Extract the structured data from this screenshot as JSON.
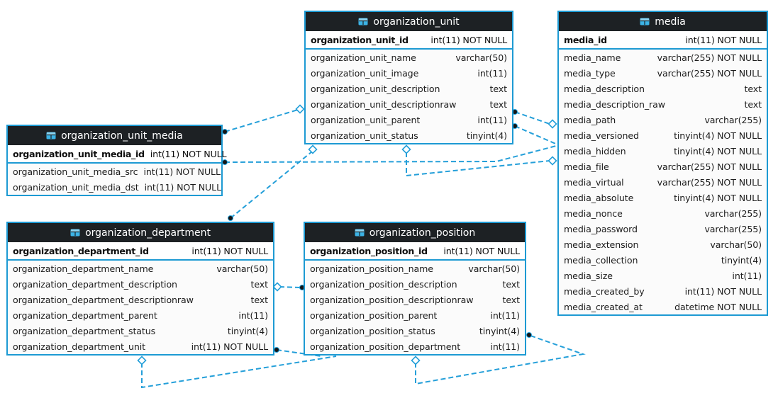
{
  "colors": {
    "accent_blue": "#1d9ad3",
    "header_background": "#1d2124",
    "header_text": "#ffffff",
    "table_body_background": "#fbfbfb",
    "row_text": "#1c1c1c"
  },
  "diagram": {
    "tables": [
      {
        "title": "organization_unit",
        "pk": {
          "name": "organization_unit_id",
          "type": "int(11) NOT NULL"
        },
        "columns": [
          {
            "name": "organization_unit_name",
            "type": "varchar(50)"
          },
          {
            "name": "organization_unit_image",
            "type": "int(11)"
          },
          {
            "name": "organization_unit_description",
            "type": "text"
          },
          {
            "name": "organization_unit_descriptionraw",
            "type": "text"
          },
          {
            "name": "organization_unit_parent",
            "type": "int(11)"
          },
          {
            "name": "organization_unit_status",
            "type": "tinyint(4)"
          }
        ]
      },
      {
        "title": "media",
        "pk": {
          "name": "media_id",
          "type": "int(11) NOT NULL"
        },
        "columns": [
          {
            "name": "media_name",
            "type": "varchar(255) NOT NULL"
          },
          {
            "name": "media_type",
            "type": "varchar(255) NOT NULL"
          },
          {
            "name": "media_description",
            "type": "text"
          },
          {
            "name": "media_description_raw",
            "type": "text"
          },
          {
            "name": "media_path",
            "type": "varchar(255)"
          },
          {
            "name": "media_versioned",
            "type": "tinyint(4) NOT NULL"
          },
          {
            "name": "media_hidden",
            "type": "tinyint(4) NOT NULL"
          },
          {
            "name": "media_file",
            "type": "varchar(255) NOT NULL"
          },
          {
            "name": "media_virtual",
            "type": "varchar(255) NOT NULL"
          },
          {
            "name": "media_absolute",
            "type": "tinyint(4) NOT NULL"
          },
          {
            "name": "media_nonce",
            "type": "varchar(255)"
          },
          {
            "name": "media_password",
            "type": "varchar(255)"
          },
          {
            "name": "media_extension",
            "type": "varchar(50)"
          },
          {
            "name": "media_collection",
            "type": "tinyint(4)"
          },
          {
            "name": "media_size",
            "type": "int(11)"
          },
          {
            "name": "media_created_by",
            "type": "int(11) NOT NULL"
          },
          {
            "name": "media_created_at",
            "type": "datetime NOT NULL"
          }
        ]
      },
      {
        "title": "organization_unit_media",
        "pk": {
          "name": "organization_unit_media_id",
          "type": "int(11) NOT NULL"
        },
        "columns": [
          {
            "name": "organization_unit_media_src",
            "type": "int(11) NOT NULL"
          },
          {
            "name": "organization_unit_media_dst",
            "type": "int(11) NOT NULL"
          }
        ]
      },
      {
        "title": "organization_department",
        "pk": {
          "name": "organization_department_id",
          "type": "int(11) NOT NULL"
        },
        "columns": [
          {
            "name": "organization_department_name",
            "type": "varchar(50)"
          },
          {
            "name": "organization_department_description",
            "type": "text"
          },
          {
            "name": "organization_department_descriptionraw",
            "type": "text"
          },
          {
            "name": "organization_department_parent",
            "type": "int(11)"
          },
          {
            "name": "organization_department_status",
            "type": "tinyint(4)"
          },
          {
            "name": "organization_department_unit",
            "type": "int(11) NOT NULL"
          }
        ]
      },
      {
        "title": "organization_position",
        "pk": {
          "name": "organization_position_id",
          "type": "int(11) NOT NULL"
        },
        "columns": [
          {
            "name": "organization_position_name",
            "type": "varchar(50)"
          },
          {
            "name": "organization_position_description",
            "type": "text"
          },
          {
            "name": "organization_position_descriptionraw",
            "type": "text"
          },
          {
            "name": "organization_position_parent",
            "type": "int(11)"
          },
          {
            "name": "organization_position_status",
            "type": "tinyint(4)"
          },
          {
            "name": "organization_position_department",
            "type": "int(11)"
          }
        ]
      }
    ]
  }
}
